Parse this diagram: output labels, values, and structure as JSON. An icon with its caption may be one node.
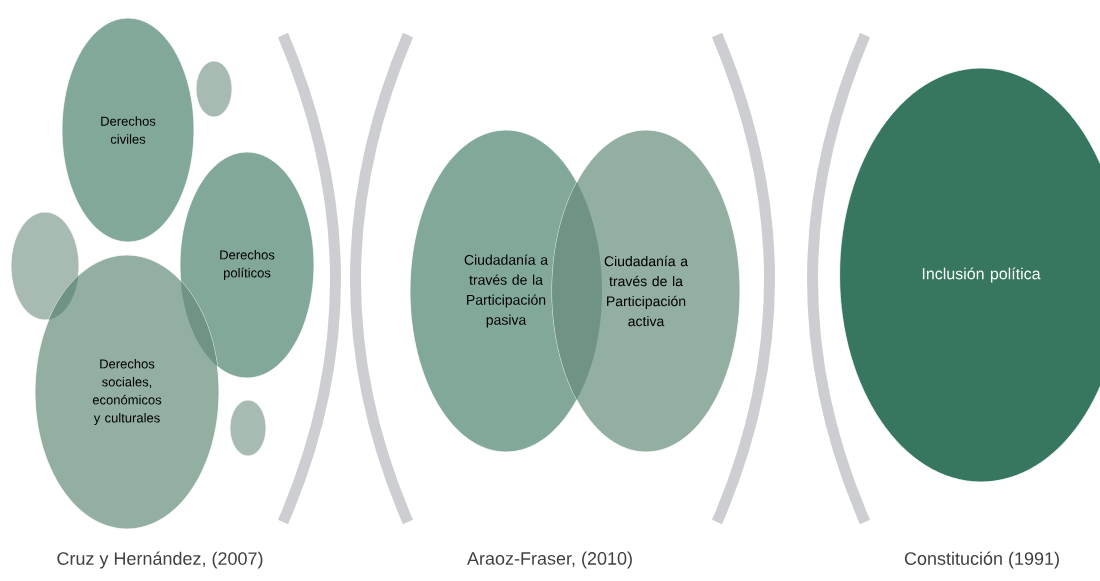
{
  "diagram": {
    "nodes": [
      {
        "text": [
          "Derechos civiles"
        ]
      },
      {
        "text": [],
        "shape": "circle"
      },
      {
        "text": [
          "Derechos políticos"
        ]
      },
      {
        "text": [],
        "shape": "circle"
      },
      {
        "text": [
          "Derechos sociales, económicos y culturales"
        ]
      },
      {
        "text": [],
        "shape": "circle"
      },
      {
        "text": [
          "Ciudadanía a través de la Participación pasiva"
        ]
      },
      {
        "text": [
          "Ciudadanía a través de la Participación activa"
        ]
      },
      {
        "text": [
          "Inclusión política"
        ]
      }
    ],
    "labels": [
      "Cruz y Hernández, (2007)",
      "Araoz-Fraser, (2010)",
      "Constitución (1991)"
    ]
  }
}
